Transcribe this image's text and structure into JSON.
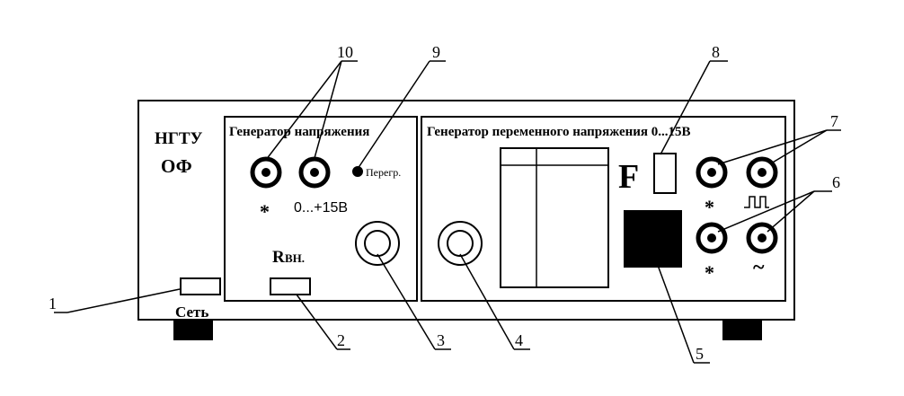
{
  "device": {
    "brand_line1": "НГТУ",
    "brand_line2": "ОФ",
    "power_label": "Сеть"
  },
  "dc_generator": {
    "title": "Генератор напряжения",
    "ground_symbol": "*",
    "range_label": "0...+15В",
    "overload_label": "Перегр.",
    "rint_main": "R",
    "rint_sub": "ВН."
  },
  "ac_generator": {
    "title": "Генератор переменного напряжения 0...15В",
    "freq_label": "F",
    "ground_symbol_1": "*",
    "ground_symbol_2": "*",
    "square_symbol": "⎍",
    "sine_symbol": "~"
  },
  "callouts": [
    "1",
    "2",
    "3",
    "4",
    "5",
    "6",
    "7",
    "8",
    "9",
    "10"
  ]
}
